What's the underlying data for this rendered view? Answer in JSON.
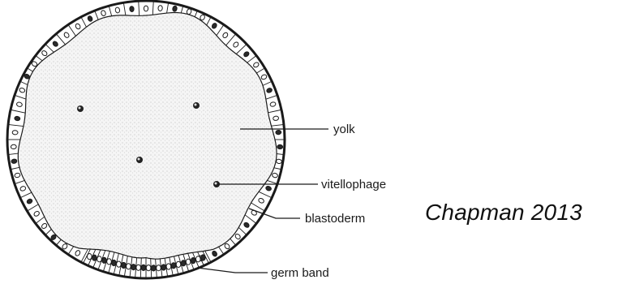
{
  "labels": {
    "yolk": "yolk",
    "vitellophage": "vitellophage",
    "blastoderm": "blastoderm",
    "germ_band": "germ band"
  },
  "credit": "Chapman 2013",
  "colors": {
    "ink": "#1a1a1a",
    "yolk_fill": "#f4f4f4",
    "stipple": "#8a8a8a"
  }
}
